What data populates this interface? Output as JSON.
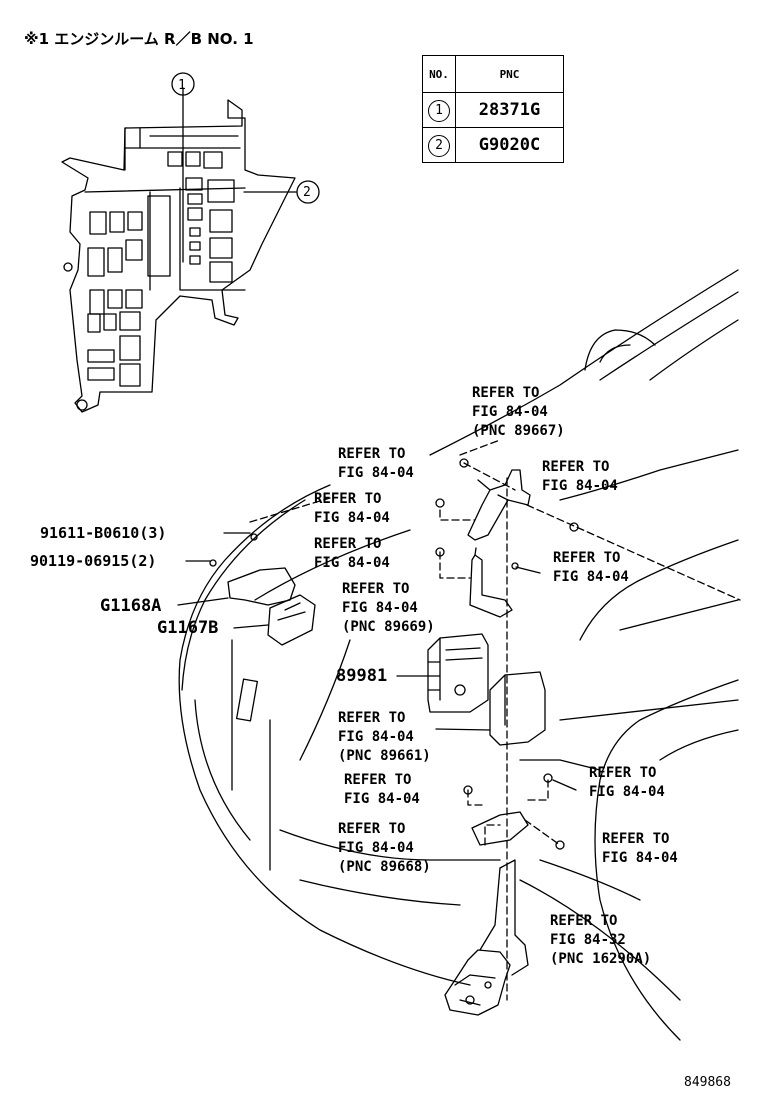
{
  "header": "※1 エンジンルーム R／B NO. 1",
  "table": {
    "col_no": "NO.",
    "col_pnc": "PNC",
    "rows": [
      {
        "no": "1",
        "pnc": "28371G"
      },
      {
        "no": "2",
        "pnc": "G9020C"
      }
    ]
  },
  "callouts": {
    "c1": "1",
    "c2": "2"
  },
  "refs": {
    "r1": "REFER TO\nFIG 84-04\n(PNC 89667)",
    "r2": "REFER TO\nFIG 84-04",
    "r3": "REFER TO\nFIG 84-04",
    "r4": "REFER TO\nFIG 84-04",
    "r5": "REFER TO\nFIG 84-04",
    "r6": "REFER TO\nFIG 84-04",
    "r7": "REFER TO\nFIG 84-04\n(PNC 89669)",
    "r8": "REFER TO\nFIG 84-04\n(PNC 89661)",
    "r9": "REFER TO\nFIG 84-04",
    "r10": "REFER TO\nFIG 84-04",
    "r11": "REFER TO\nFIG 84-04\n(PNC 89668)",
    "r12": "REFER TO\nFIG 84-04",
    "r13": "REFER TO\nFIG 84-32\n(PNC 16290A)"
  },
  "parts": {
    "p1": "91611-B0610(3)",
    "p2": "90119-06915(2)",
    "p3": "G1168A",
    "p4": "G1167B",
    "p5": "89981"
  },
  "figure_number": "849868"
}
